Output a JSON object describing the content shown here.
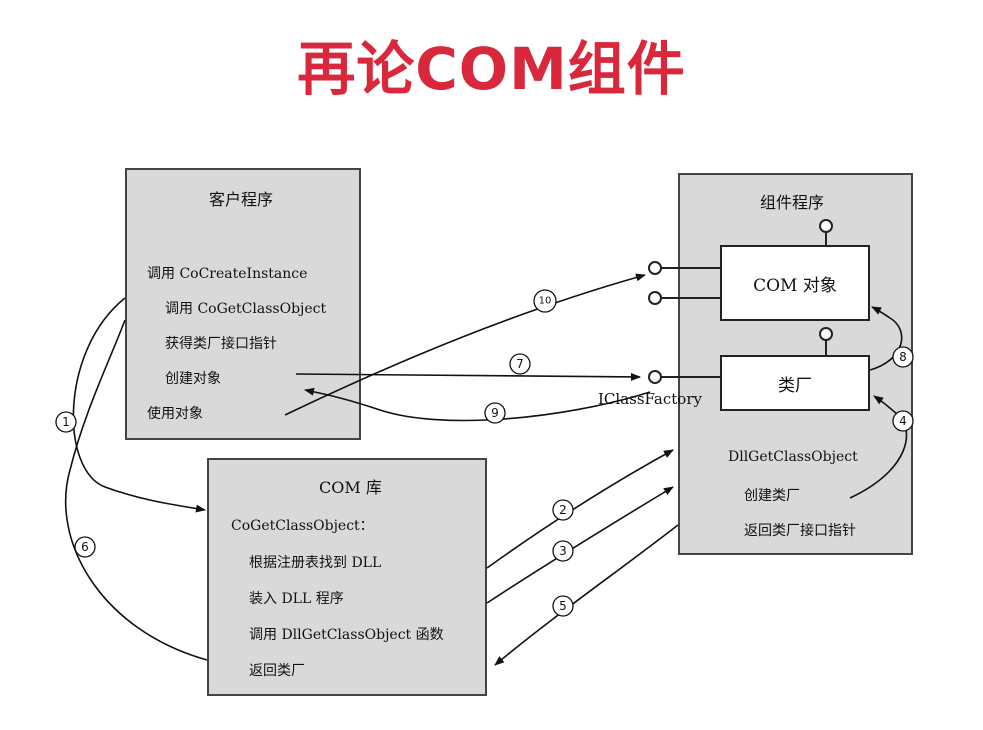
{
  "title": "再论COM组件",
  "client": {
    "heading": "客户程序",
    "lines": [
      "调用 CoCreateInstance",
      "调用 CoGetClassObject",
      "获得类厂接口指针",
      "创建对象",
      "使用对象"
    ]
  },
  "comlib": {
    "heading": "COM 库",
    "lines": [
      "CoGetClassObject：",
      "根据注册表找到 DLL",
      "装入 DLL 程序",
      "调用 DllGetClassObject 函数",
      "返回类厂"
    ]
  },
  "component": {
    "heading": "组件程序",
    "com_object": "COM 对象",
    "class_factory": "类厂",
    "iclassfactory": "IClassFactory",
    "lines": [
      "DllGetClassObject",
      "创建类厂",
      "返回类厂接口指针"
    ]
  },
  "steps": [
    "1",
    "2",
    "3",
    "4",
    "5",
    "6",
    "7",
    "8",
    "9",
    "10"
  ]
}
